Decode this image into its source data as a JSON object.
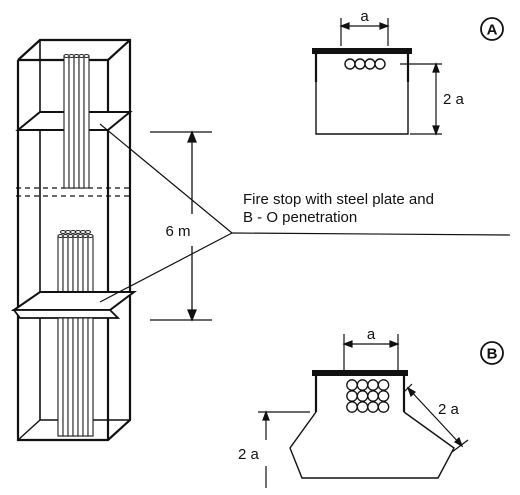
{
  "caption": {
    "line1": "Fire stop with steel plate and",
    "line2": "B - O penetration"
  },
  "height_label": "6 m",
  "detail_a": {
    "badge": "A",
    "width_label": "a",
    "height_label": "2 a"
  },
  "detail_b": {
    "badge": "B",
    "width_label": "a",
    "side_label": "2 a",
    "height_label": "2 a"
  }
}
